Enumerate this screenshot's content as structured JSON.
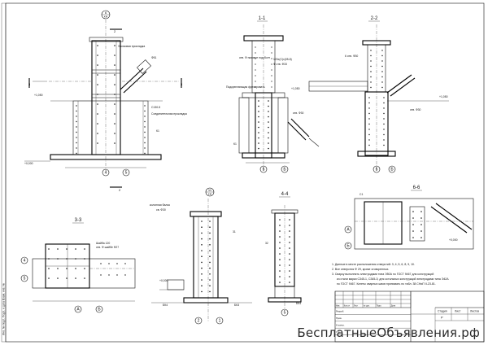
{
  "views": {
    "detail_top": {
      "marker": "6",
      "marker_sub": "KM"
    },
    "v11": {
      "title": "1-1"
    },
    "v22": {
      "title": "2-2"
    },
    "v33": {
      "title": "3-3"
    },
    "v44": {
      "title": "4-4"
    },
    "v66": {
      "title": "6-6"
    },
    "detail_bottom": {
      "marker": "11",
      "marker_sub": "KM"
    }
  },
  "labels": {
    "l_uzl": "Уголковая прокладка",
    "l_ob": "Ф51",
    "l_k1": "К1",
    "l_stuv": "Соединительная прокладка",
    "l_c130": "С130-5",
    "l_stenka": "Подкрепляющая фрезеровать",
    "l_gnezdo": "Гнездо фрезеровать",
    "l_bolt": "отв. Ф пазовое под болт",
    "l_bolt2": "6 отв. Ф30",
    "l_bolt3": "отв. Ф30",
    "l_bolt4": "отв. Ф30",
    "l_dim1": "120х(С)х(05-8)",
    "l_dim2": "Ф отв. Ф33",
    "l_stoyka": "колонная балка",
    "l_stoyka2": "св. Ф30",
    "l_sh1": "Шайба 120",
    "l_sh2": "отв. Ф шайбе Ф27",
    "l_zero": "+0,000",
    "l_zero2": "+0,000",
    "l_zero3": "+0,000",
    "l_m1": "+1,050",
    "l_m2": "+1,050",
    "l_m3": "+1,050",
    "l_bk4": "БК4",
    "l_bk4b": "БК4",
    "l_bk3": "БК3",
    "l_31": "31",
    "l_32": "32",
    "l_k1b": "К1",
    "l_s1": "С1"
  },
  "axes": {
    "a": "А",
    "b": "Б",
    "one": "1",
    "two": "2",
    "three": "3",
    "four": "4",
    "five": "5"
  },
  "notes": [
    "1. Данные в месте расположения отверстий: 3, 4, 5, 6, 8, 9, 10.",
    "2. Все отверстия Ф 29, кроме оговоренных.",
    "3. Сварку выполнять электродами типа Э50А по ГОСТ 9467 для конструкций",
    "из стали марки С345-1, С345-3; для остальных конструкций электродами типа Э42А",
    "по ГОСТ 9467. Катеты сварных швов принимать по табл. 38 СНиП II-23-81."
  ],
  "title_block": {
    "headers": [
      "Изм.",
      "Кол.уч",
      "Лист",
      "№ док.",
      "Подп.",
      "Дата"
    ],
    "rows": [
      "Разраб.",
      "Пров.",
      "Н.контр.",
      "Утв."
    ],
    "stage_header": "Стадия",
    "sheet_header": "Лист",
    "sheets_header": "Листов",
    "stage": "Р"
  },
  "side_stamp": "Инв. № подл.   Подп. и дата   Взам. инв. №",
  "watermark": "БесплатныеОбъявления.рф"
}
